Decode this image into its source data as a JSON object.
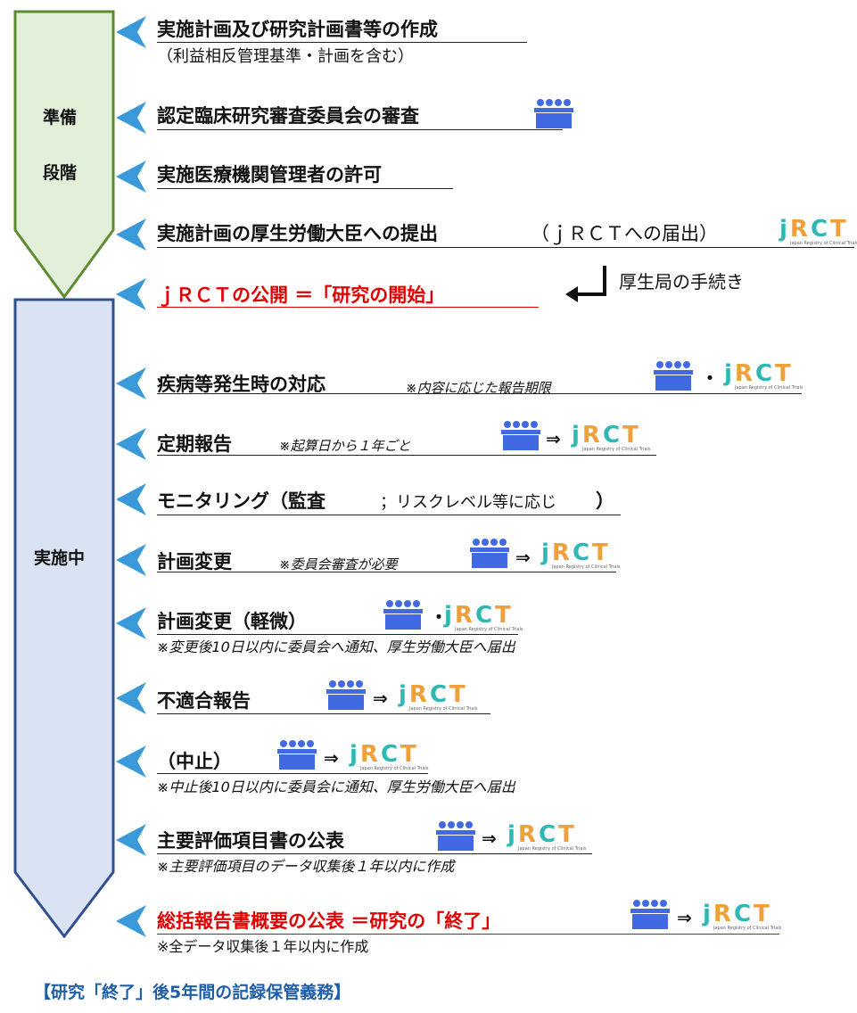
{
  "phases": {
    "prep_line1": "準備",
    "prep_line2": "段階",
    "impl": "実施中"
  },
  "rows": [
    {
      "title": "実施計画及び研究計画書等の作成",
      "sub": "（利益相反管理基準・計画を含む）"
    },
    {
      "title": "認定臨床研究審査委員会の審査"
    },
    {
      "title": "実施医療機関管理者の許可"
    },
    {
      "title": "実施計画の厚生労働大臣への提出",
      "title_suffix": "（ｊＲＣＴへの届出）"
    },
    {
      "title": "ｊＲＣＴの公開 ＝「研究の開始」"
    },
    {
      "title": "疾病等発生時の対応",
      "note": "※内容に応じた報告期限",
      "symbol": "・"
    },
    {
      "title": "定期報告",
      "note": "※起算日から１年ごと",
      "symbol": "⇒"
    },
    {
      "title": "モニタリング（監査",
      "title_suffix": "；リスクレベル等に応じ",
      "title_end": "）"
    },
    {
      "title": "計画変更",
      "note": "※委員会審査が必要",
      "symbol": "⇒"
    },
    {
      "title": "計画変更（軽微）",
      "symbol": "・",
      "sub": "※変更後10日以内に委員会へ通知、厚生労働大臣へ届出"
    },
    {
      "title": "不適合報告",
      "symbol": "⇒"
    },
    {
      "title": "（中止）",
      "symbol": "⇒",
      "sub": "※中止後10日以内に委員会に通知、厚生労働大臣へ届出"
    },
    {
      "title": "主要評価項目書の公表",
      "symbol": "⇒",
      "sub": "※主要評価項目のデータ収集後１年以内に作成"
    },
    {
      "title": "総括報告書概要の公表 ＝研究の「終了」",
      "symbol": "⇒",
      "sub": "※全データ収集後１年以内に作成"
    }
  ],
  "kouseikyoku": "厚生局の手続き",
  "jrct": {
    "logo": "jRCT",
    "tagline": "Japan Registry of Clinical Trials"
  },
  "footer": "【研究「終了」後5年間の記録保管義務】",
  "colors": {
    "prep_fill": "#e2efd9",
    "prep_border": "#5e8c31",
    "impl_fill": "#dae3f3",
    "impl_border": "#2f4f8f",
    "triangle": "#3a9ad9",
    "committee": "#4169e1",
    "red": "#e00000",
    "footer": "#1f5fa8"
  }
}
